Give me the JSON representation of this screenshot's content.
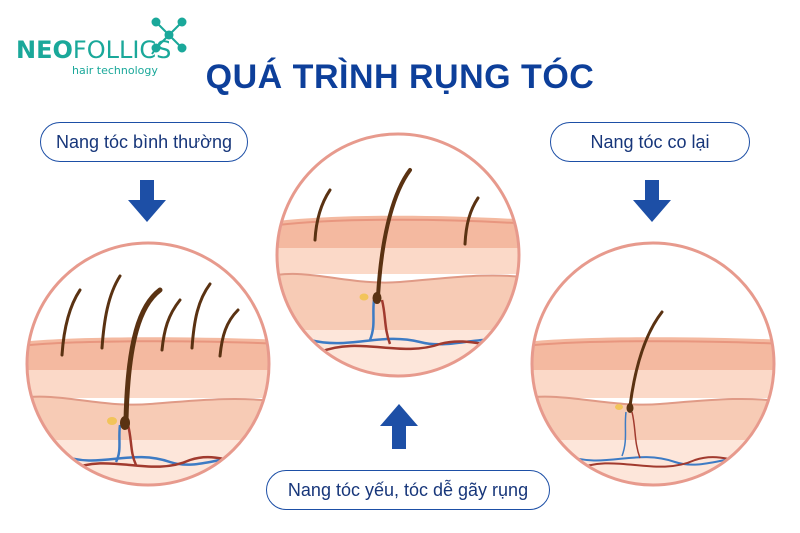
{
  "logo": {
    "brand_bold": "NEO",
    "brand_light": "FOLLICS",
    "tagline": "hair technology",
    "brand_color": "#1aa89a"
  },
  "title": "QUÁ TRÌNH RỤNG TÓC",
  "stages": [
    {
      "label": "Nang tóc bình thường",
      "arrow": "down"
    },
    {
      "label": "Nang tóc yếu, tóc dễ gãy rụng",
      "arrow": "up"
    },
    {
      "label": "Nang tóc co lại",
      "arrow": "down"
    }
  ],
  "colors": {
    "title": "#0d3f9a",
    "arrow": "#1d4fa6",
    "circle_border": "#e79a8d",
    "skin_top": "#f6c6ae",
    "skin_mid": "#fbe0d2",
    "hair": "#5a3212",
    "vessel_blue": "#3d7bc4",
    "vessel_red": "#a13a2e"
  }
}
